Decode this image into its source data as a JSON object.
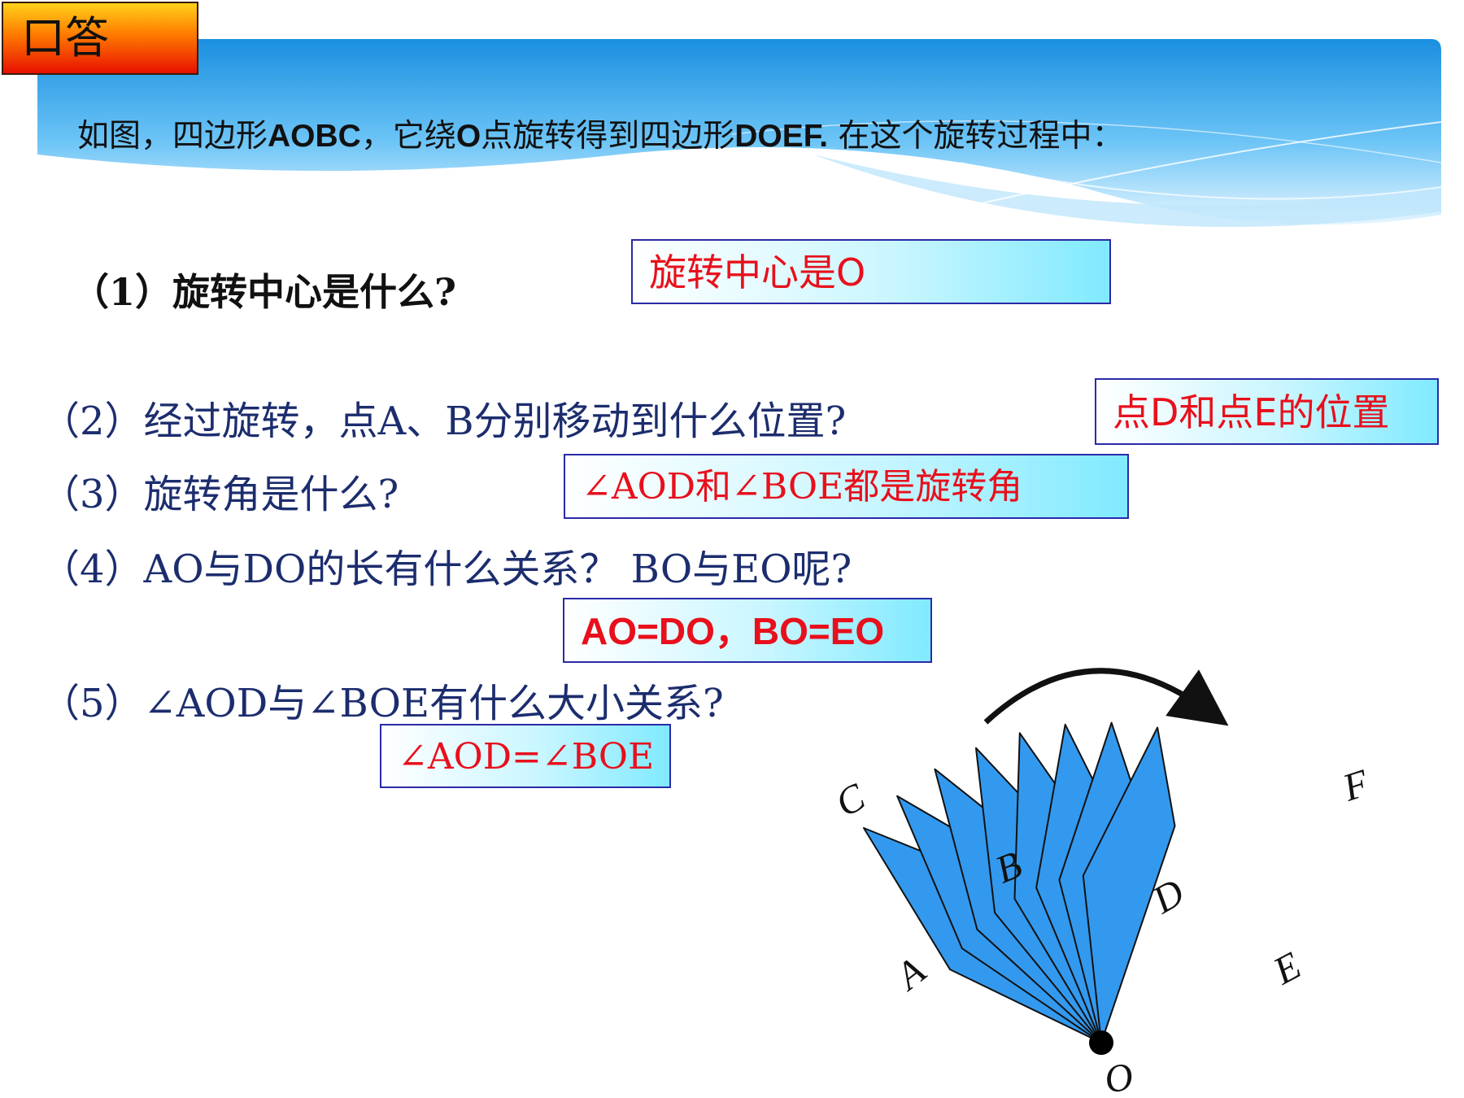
{
  "header": {
    "tag": "口答"
  },
  "intro": {
    "part1": "如图，四边形",
    "quad1": "AOBC",
    "part2": "，它绕",
    "center": "O",
    "part3": "点旋转得到四边形",
    "quad2": "DOEF.",
    "part4": " 在这个旋转过程中："
  },
  "questions": [
    "（1）旋转中心是什么?",
    "（2）经过旋转，点A、B分别移动到什么位置?",
    "（3）旋转角是什么?",
    "（4）AO与DO的长有什么关系？ BO与EO呢?",
    "（5）∠AOD与∠BOE有什么大小关系?"
  ],
  "answers": [
    "旋转中心是O",
    "点D和点E的位置",
    "∠AOD和∠BOE都是旋转角",
    "AO=DO，BO=EO",
    "∠AOD=∠BOE"
  ],
  "figure": {
    "labels": {
      "C": "C",
      "B": "B",
      "A": "A",
      "D": "D",
      "F": "F",
      "E": "E",
      "O": "O"
    },
    "fill_color": "#3399ee",
    "stroke_color": "#111111"
  }
}
